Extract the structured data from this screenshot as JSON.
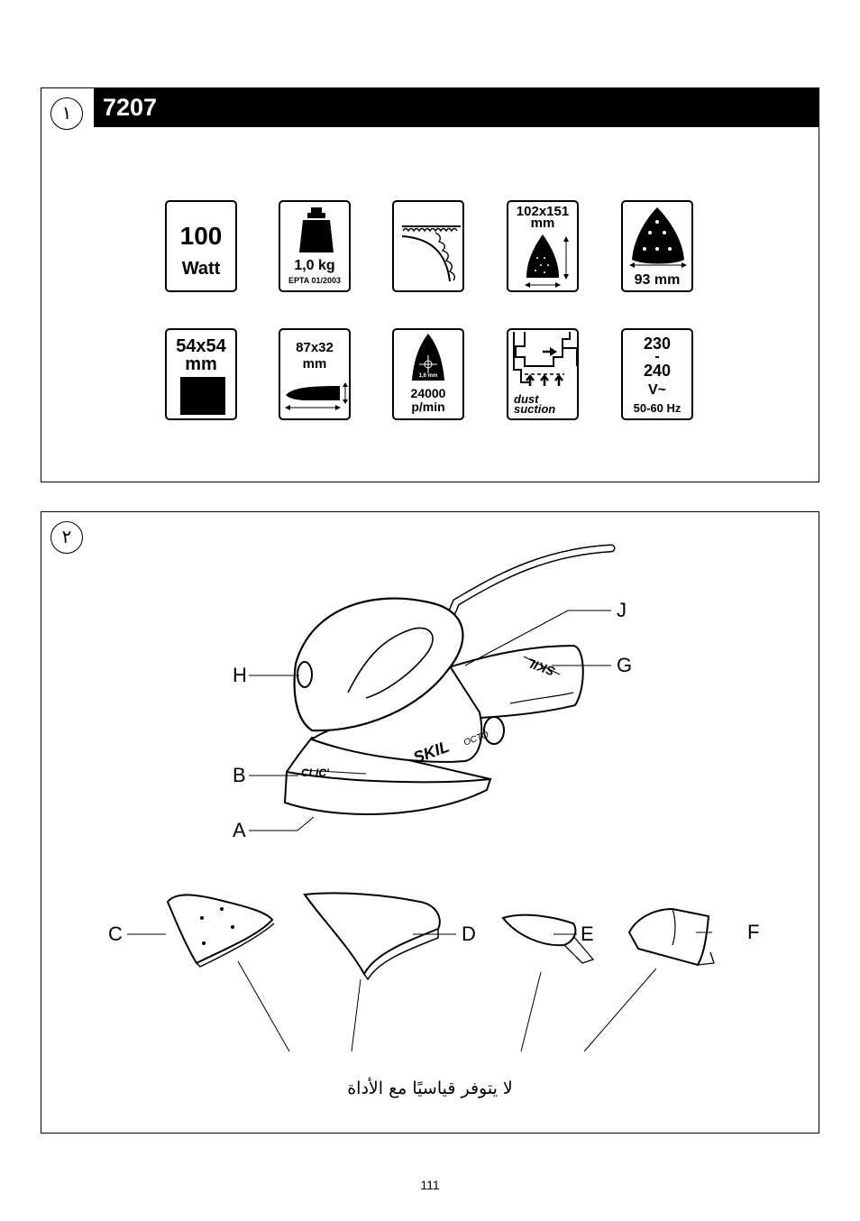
{
  "panel1": {
    "number": "١",
    "title": "7207",
    "icons": {
      "power": {
        "value": "100",
        "unit": "Watt"
      },
      "weight": {
        "value": "1,0 kg",
        "note": "EPTA 01/2003"
      },
      "cord": {
        "name": "cord-icon"
      },
      "sheet_size": {
        "dims": "102x151",
        "unit": "mm"
      },
      "pad": {
        "size": "93 mm"
      },
      "corner_sheet": {
        "dims": "54x54",
        "unit": "mm"
      },
      "finger_sheet": {
        "dims": "87x32",
        "unit": "mm"
      },
      "speed": {
        "orbit": "1,6 mm",
        "value": "24000",
        "unit": "p/min"
      },
      "dust": {
        "line1": "dust",
        "line2": "suction"
      },
      "voltage": {
        "v1": "230",
        "dash": "-",
        "v2": "240",
        "v_unit": "V~",
        "freq": "50-60 Hz"
      }
    }
  },
  "panel2": {
    "number": "٢",
    "callouts": [
      "A",
      "B",
      "C",
      "D",
      "E",
      "F",
      "G",
      "H",
      "J"
    ],
    "tool_labels": {
      "brand": "SKIL",
      "model": "OCTO",
      "clic": "CLIC'"
    },
    "note": "لا يتوفر قياسيًا مع الأداة"
  },
  "page_number": "111"
}
